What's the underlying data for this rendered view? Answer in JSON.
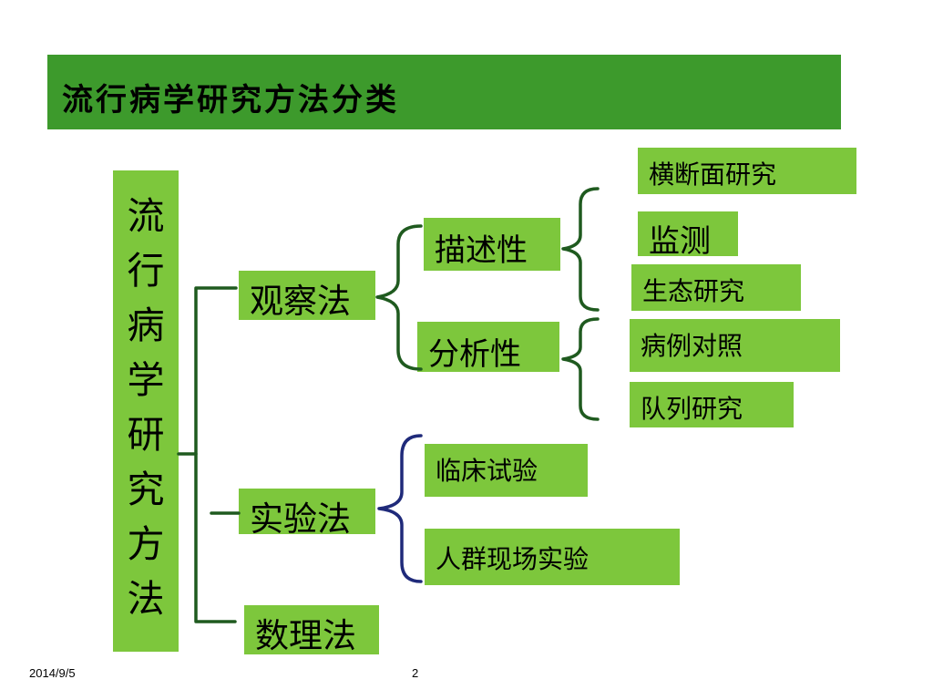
{
  "title": "流行病学研究方法分类",
  "root": "流行病学研究方法",
  "categories": {
    "observational": "观察法",
    "experimental": "实验法",
    "mathematical": "数理法"
  },
  "observational_types": {
    "descriptive": "描述性",
    "analytical": "分析性"
  },
  "descriptive_methods": [
    "横断面研究",
    "监测",
    "生态研究"
  ],
  "analytical_methods": [
    "病例对照",
    "队列研究"
  ],
  "experimental_methods": [
    "临床试验",
    "人群现场实验"
  ],
  "footer": {
    "date": "2014/9/5",
    "page": "2"
  },
  "colors": {
    "title_bar": "#3d9a2c",
    "box": "#7dc73c",
    "connector_green": "#1f5a1f",
    "connector_navy": "#1f2a7a"
  }
}
